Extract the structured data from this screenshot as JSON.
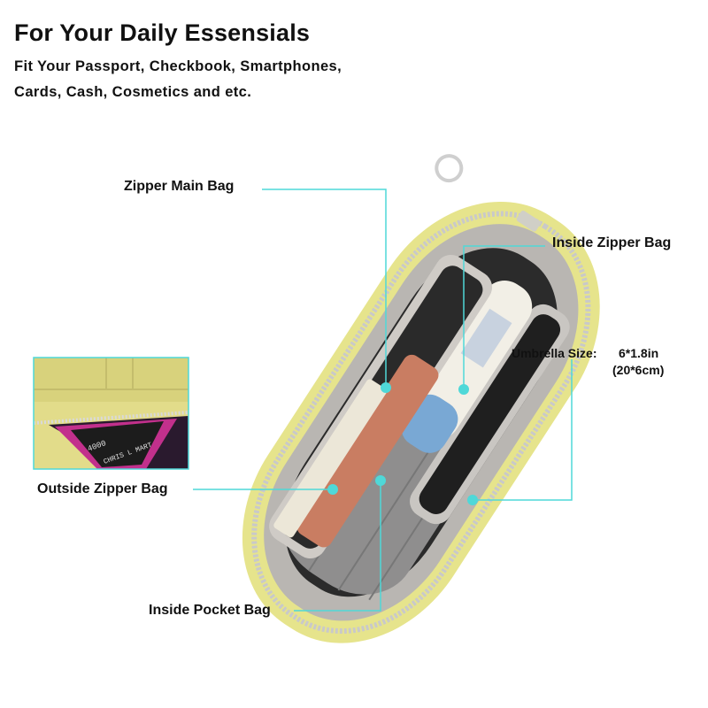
{
  "heading": {
    "title": "For Your Daily Essensials",
    "subtitle_line1": "Fit Your Passport, Checkbook, Smartphones,",
    "subtitle_line2": "Cards, Cash, Cosmetics and etc."
  },
  "callouts": {
    "zipper_main_bag": "Zipper Main Bag",
    "inside_zipper_bag": "Inside Zipper Bag",
    "umbrella_size_label": "Umbrella Size:",
    "umbrella_size_in": "6*1.8in",
    "umbrella_size_cm": "(20*6cm)",
    "outside_zipper_bag": "Outside Zipper Bag",
    "inside_pocket_bag": "Inside Pocket Bag"
  },
  "inset": {
    "card_number": "4000",
    "card_name": "CHRIS L MART"
  },
  "colors": {
    "callout_line": "#4fd8d8",
    "bag_leather": "#e6e48c",
    "bag_interior": "#b9b6b2",
    "zipper": "#c9c9c9"
  }
}
